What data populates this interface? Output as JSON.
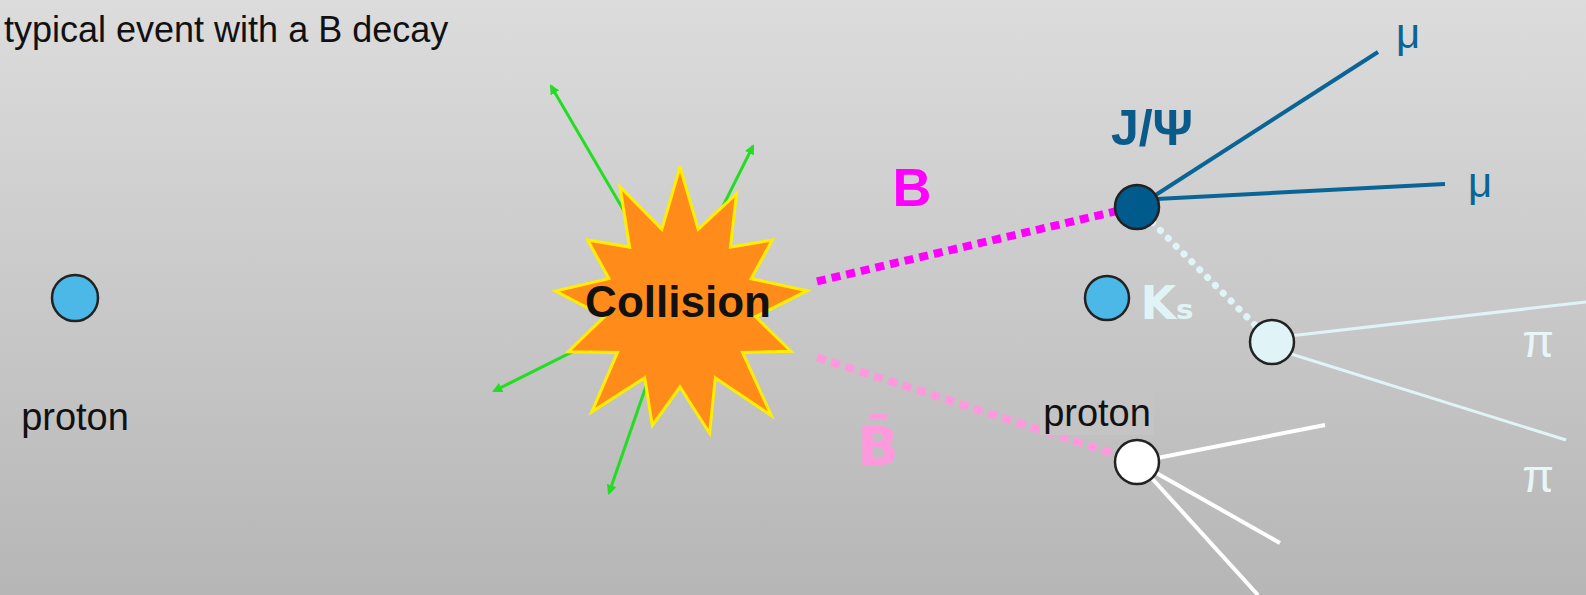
{
  "diagram": {
    "title": "typical event with a B decay",
    "nodes": [
      {
        "text": [
          "proton"
        ]
      },
      {
        "text": [
          "Collision"
        ]
      },
      {
        "text": [
          "J/Ψ"
        ]
      },
      {
        "text": [
          "proton"
        ]
      },
      {
        "text": []
      },
      {
        "text": []
      }
    ],
    "edges": [
      {
        "from": 1,
        "to": 2,
        "arrow": "none",
        "label": "B"
      },
      {
        "from": 2,
        "to": 4,
        "arrow": "none",
        "label": "Kₛ"
      },
      {
        "from": 1,
        "to": 5,
        "arrow": "none",
        "label": "B̄"
      }
    ],
    "labels": [
      "μ",
      "μ",
      "π",
      "π"
    ]
  }
}
